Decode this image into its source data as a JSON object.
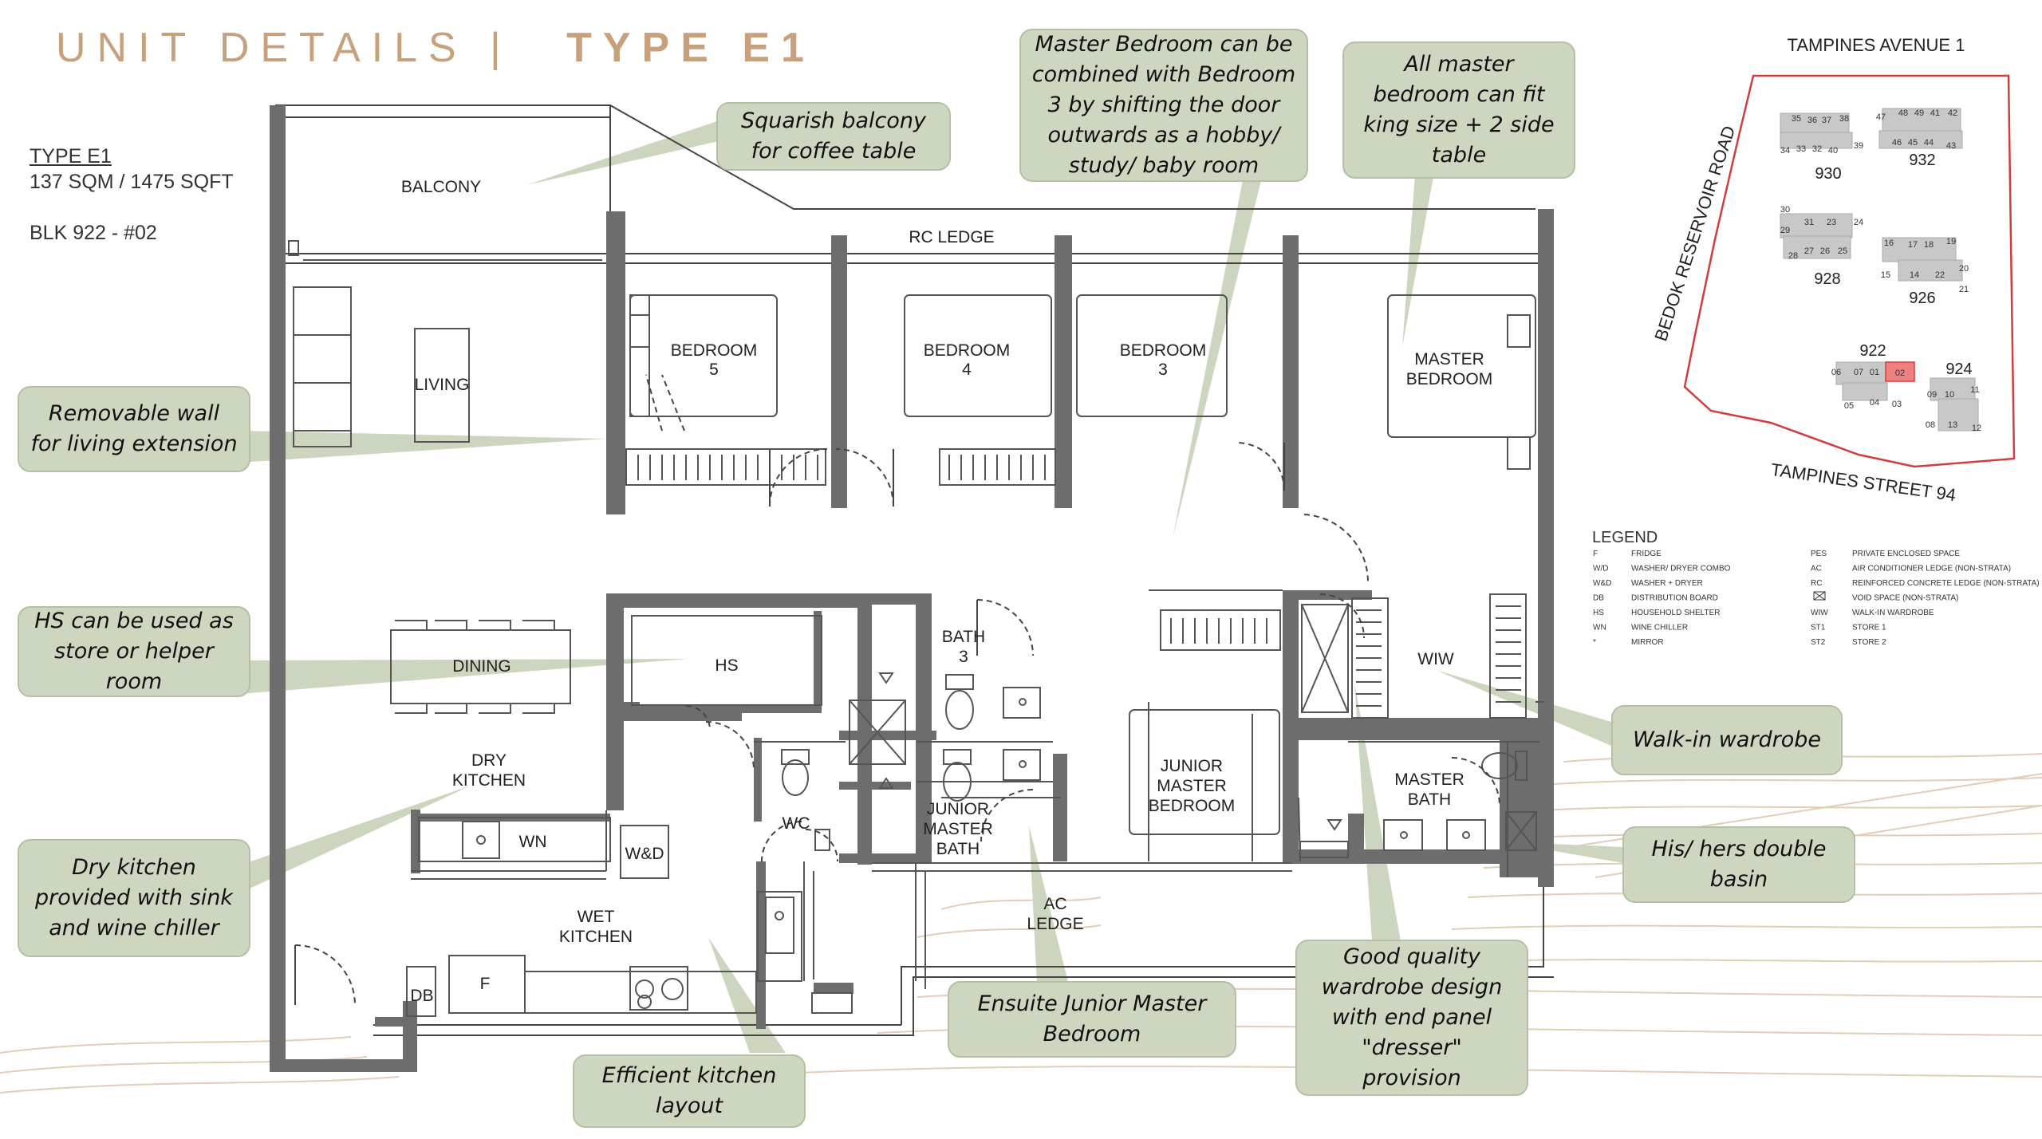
{
  "title": {
    "part1": "UNIT DETAILS  |",
    "part2": "TYPE E1"
  },
  "unit_info": {
    "type": "TYPE E1",
    "area": "137 SQM / 1475 SQFT",
    "block": "BLK 922 - #02"
  },
  "rooms": {
    "balcony": "BALCONY",
    "rc_ledge": "RC LEDGE",
    "living": "LIVING",
    "bedroom5": [
      "BEDROOM",
      "5"
    ],
    "bedroom4": [
      "BEDROOM",
      "4"
    ],
    "bedroom3": [
      "BEDROOM",
      "3"
    ],
    "master_bedroom": [
      "MASTER",
      "BEDROOM"
    ],
    "dining": "DINING",
    "hs": "HS",
    "bath3": [
      "BATH",
      "3"
    ],
    "wiw": "WIW",
    "dry_kitchen": [
      "DRY",
      "KITCHEN"
    ],
    "wn": "WN",
    "wd": "W&D",
    "wc": "WC",
    "junior_master_bath": [
      "JUNIOR",
      "MASTER",
      "BATH"
    ],
    "junior_master_bedroom": [
      "JUNIOR",
      "MASTER",
      "BEDROOM"
    ],
    "master_bath": [
      "MASTER",
      "BATH"
    ],
    "wet_kitchen": [
      "WET",
      "KITCHEN"
    ],
    "ac_ledge": [
      "AC",
      "LEDGE"
    ],
    "db": "DB",
    "fridge": "F"
  },
  "callouts": {
    "squarish_balcony": [
      "Squarish balcony",
      "for coffee table"
    ],
    "master_combine": [
      "Master Bedroom can be",
      "combined with Bedroom",
      "3 by shifting the door",
      "outwards as a hobby/",
      "study/ baby room"
    ],
    "king_size": [
      "All master",
      "bedroom can fit",
      "king size + 2 side",
      "table"
    ],
    "removable_wall": [
      "Removable wall",
      "for living extension"
    ],
    "hs_store": [
      "HS can be used as",
      "store or helper",
      "room"
    ],
    "walk_in": [
      "Walk-in wardrobe"
    ],
    "double_basin": [
      "His/ hers double",
      "basin"
    ],
    "dry_kitchen": [
      "Dry kitchen",
      "provided with sink",
      "and wine chiller"
    ],
    "ensuite": [
      "Ensuite Junior Master",
      "Bedroom"
    ],
    "wardrobe": [
      "Good quality",
      "wardrobe design",
      "with end panel",
      "\"dresser\"",
      "provision"
    ],
    "efficient_kitchen": [
      "Efficient kitchen",
      "layout"
    ]
  },
  "site_plan": {
    "road_north": "TAMPINES AVENUE 1",
    "road_west": "BEDOK RESERVOIR ROAD",
    "road_south": "TAMPINES STREET 94",
    "blocks": [
      "930",
      "932",
      "928",
      "926",
      "922",
      "924"
    ],
    "units_930": [
      "35",
      "36",
      "37",
      "38",
      "34",
      "33",
      "32",
      "40",
      "39"
    ],
    "units_932": [
      "47",
      "48",
      "49",
      "41",
      "42",
      "46",
      "45",
      "44",
      "43"
    ],
    "units_928": [
      "30",
      "29",
      "31",
      "23",
      "24",
      "28",
      "27",
      "26",
      "25"
    ],
    "units_926": [
      "16",
      "17",
      "18",
      "19",
      "20",
      "15",
      "14",
      "22",
      "21"
    ],
    "units_922": [
      "06",
      "07",
      "01",
      "02",
      "05",
      "04",
      "03"
    ],
    "units_924": [
      "09",
      "10",
      "11",
      "08",
      "13",
      "12"
    ]
  },
  "legend": {
    "title": "LEGEND",
    "left": [
      {
        "code": "F",
        "desc": "FRIDGE"
      },
      {
        "code": "W/D",
        "desc": "WASHER/ DRYER COMBO"
      },
      {
        "code": "W&D",
        "desc": "WASHER + DRYER"
      },
      {
        "code": "DB",
        "desc": "DISTRIBUTION BOARD"
      },
      {
        "code": "HS",
        "desc": "HOUSEHOLD SHELTER"
      },
      {
        "code": "WN",
        "desc": "WINE CHILLER"
      },
      {
        "code": "*",
        "desc": "MIRROR"
      }
    ],
    "right": [
      {
        "code": "PES",
        "desc": "PRIVATE ENCLOSED SPACE"
      },
      {
        "code": "AC",
        "desc": "AIR CONDITIONER LEDGE (NON-STRATA)"
      },
      {
        "code": "RC",
        "desc": "REINFORCED CONCRETE LEDGE (NON-STRATA)"
      },
      {
        "code": "",
        "desc": "VOID SPACE (NON-STRATA)"
      },
      {
        "code": "WIW",
        "desc": "WALK-IN WARDROBE"
      },
      {
        "code": "ST1",
        "desc": "STORE 1"
      },
      {
        "code": "ST2",
        "desc": "STORE 2"
      }
    ]
  },
  "colors": {
    "wall": "#6d6d6d",
    "bubble": "#cdd7c0",
    "bubble_border": "#b4c0a4",
    "title": "#c8a07c",
    "highlight_unit": "#f08080",
    "site_boundary": "#d23c3c",
    "contour": "#e2cdb6"
  }
}
